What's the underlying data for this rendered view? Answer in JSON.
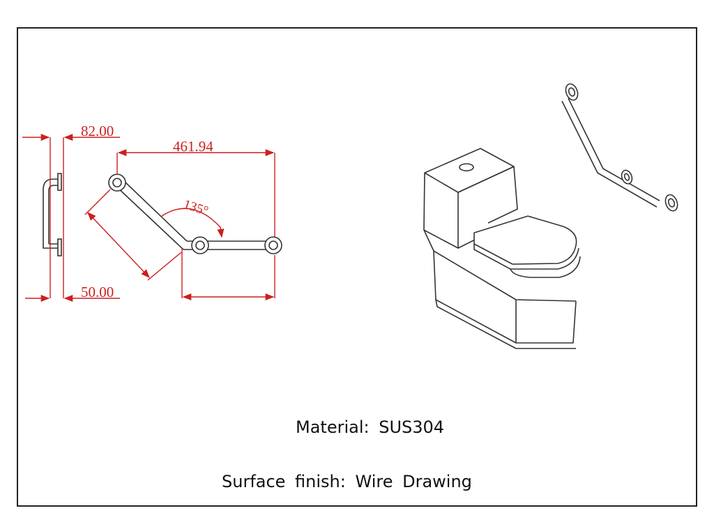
{
  "drawing": {
    "dimensions": {
      "top_offset": "82.00",
      "bottom_offset": "50.00",
      "overall_length": "461.94",
      "angle": "135°"
    },
    "specs": {
      "material": "Material: SUS304",
      "surface_finish": "Surface finish: Wire Drawing"
    },
    "colors": {
      "frame": "#222222",
      "dimension": "#cc1f1f",
      "outline": "#333333"
    }
  }
}
